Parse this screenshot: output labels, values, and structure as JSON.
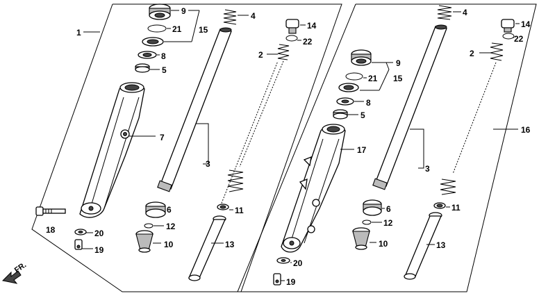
{
  "callouts": {
    "left": {
      "c1": "1",
      "c2": "2",
      "c3": "3",
      "c4": "4",
      "c5": "5",
      "c6": "6",
      "c7": "7",
      "c8": "8",
      "c9": "9",
      "c10": "10",
      "c11": "11",
      "c12": "12",
      "c13": "13",
      "c14": "14",
      "c15": "15",
      "c18": "18",
      "c19": "19",
      "c20": "20",
      "c21": "21",
      "c22": "22"
    },
    "right": {
      "c2": "2",
      "c3": "3",
      "c4": "4",
      "c5": "5",
      "c6": "6",
      "c8": "8",
      "c9": "9",
      "c10": "10",
      "c11": "11",
      "c12": "12",
      "c13": "13",
      "c14": "14",
      "c15": "15",
      "c16": "16",
      "c17": "17",
      "c19": "19",
      "c20": "20",
      "c21": "21",
      "c22": "22"
    }
  },
  "direction_label": "FR."
}
